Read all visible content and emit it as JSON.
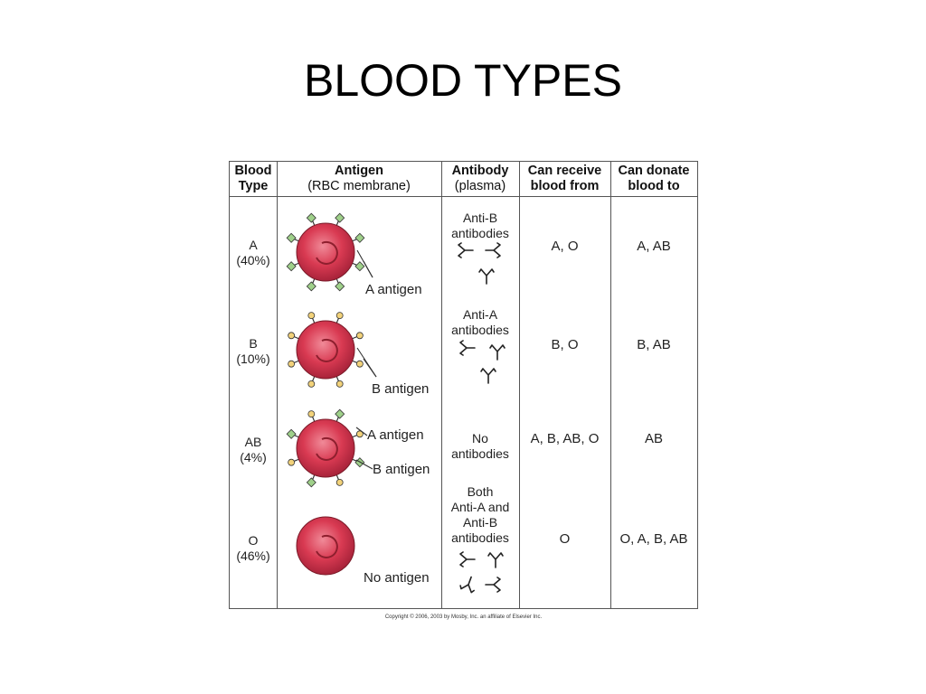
{
  "slide": {
    "title": "BLOOD TYPES"
  },
  "table": {
    "headers": {
      "type": [
        "Blood",
        "Type"
      ],
      "antigen": [
        "Antigen",
        "(RBC membrane)"
      ],
      "antibody": [
        "Antibody",
        "(plasma)"
      ],
      "receive": [
        "Can receive",
        "blood from"
      ],
      "donate": [
        "Can donate",
        "blood to"
      ]
    },
    "rows": [
      {
        "type": "A",
        "percent": "(40%)",
        "antigen_labels": [
          "A antigen"
        ],
        "antibody": [
          "Anti-B",
          "antibodies"
        ],
        "receive": "A, O",
        "donate": "A, AB"
      },
      {
        "type": "B",
        "percent": "(10%)",
        "antigen_labels": [
          "B antigen"
        ],
        "antibody": [
          "Anti-A",
          "antibodies"
        ],
        "receive": "B, O",
        "donate": "B, AB"
      },
      {
        "type": "AB",
        "percent": "(4%)",
        "antigen_labels": [
          "A antigen",
          "B antigen"
        ],
        "antibody": [
          "No",
          "antibodies"
        ],
        "receive": "A, B, AB, O",
        "donate": "AB"
      },
      {
        "type": "O",
        "percent": "(46%)",
        "antigen_labels": [
          "No antigen"
        ],
        "antibody": [
          "Both",
          "Anti-A and",
          "Anti-B",
          "antibodies"
        ],
        "receive": "O",
        "donate": "O, A, B, AB"
      }
    ]
  },
  "colors": {
    "cell_fill": "#d93a52",
    "cell_dark": "#8e1f2e",
    "antigen_a": "#9fd08a",
    "antigen_b": "#f2d27a"
  },
  "copyright": "Copyright © 2006, 2003 by Mosby, Inc. an affiliate of Elsevier Inc."
}
